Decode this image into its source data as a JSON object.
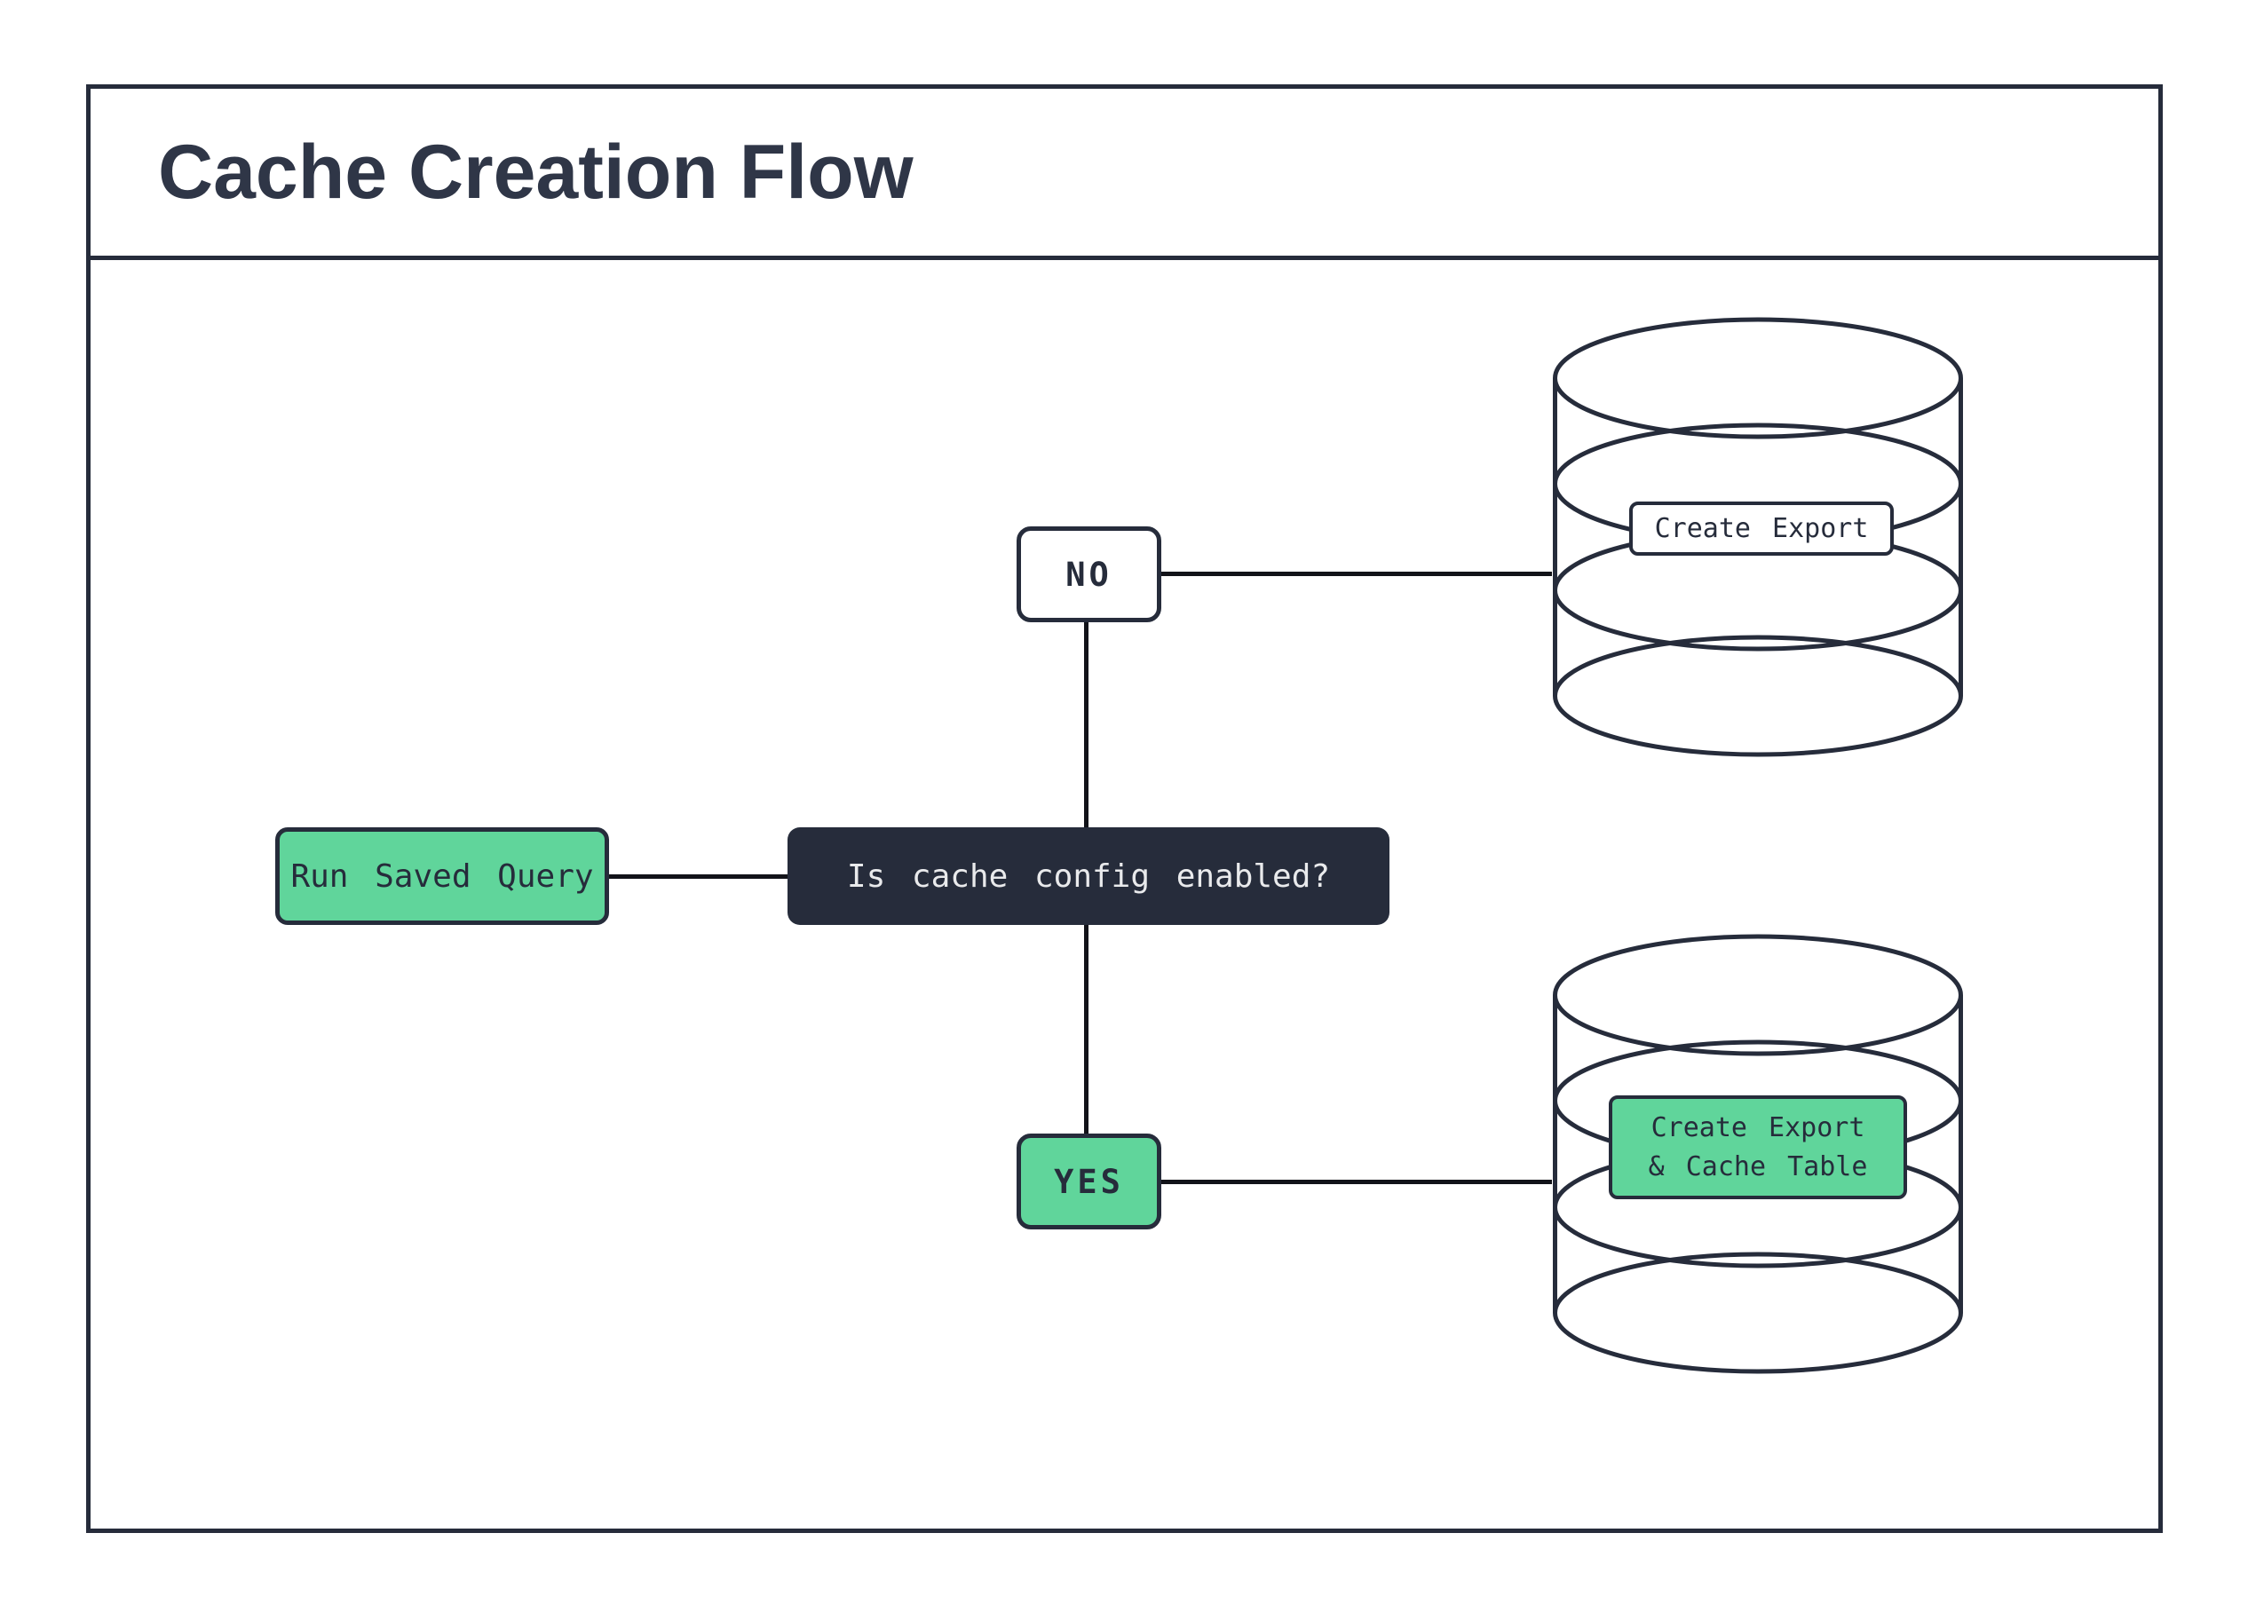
{
  "title": "Cache Creation Flow",
  "colors": {
    "navy": "#262C3B",
    "green": "#60D59B",
    "connector_line": "#121319",
    "decision_text": "#E9EAEC",
    "title_text": "#2F3647",
    "background": "#FFFFFF"
  },
  "flow": {
    "start": {
      "label": "Run Saved Query"
    },
    "decision": {
      "label": "Is cache config enabled?"
    },
    "branch_no": {
      "label": "NO"
    },
    "branch_yes": {
      "label": "YES"
    },
    "outcome_no": {
      "label": "Create Export"
    },
    "outcome_yes": {
      "label_line1": "Create Export",
      "label_line2": "& Cache Table"
    }
  },
  "icons": {
    "database_top": "database-cylinder-icon",
    "database_bottom": "database-cylinder-icon"
  }
}
